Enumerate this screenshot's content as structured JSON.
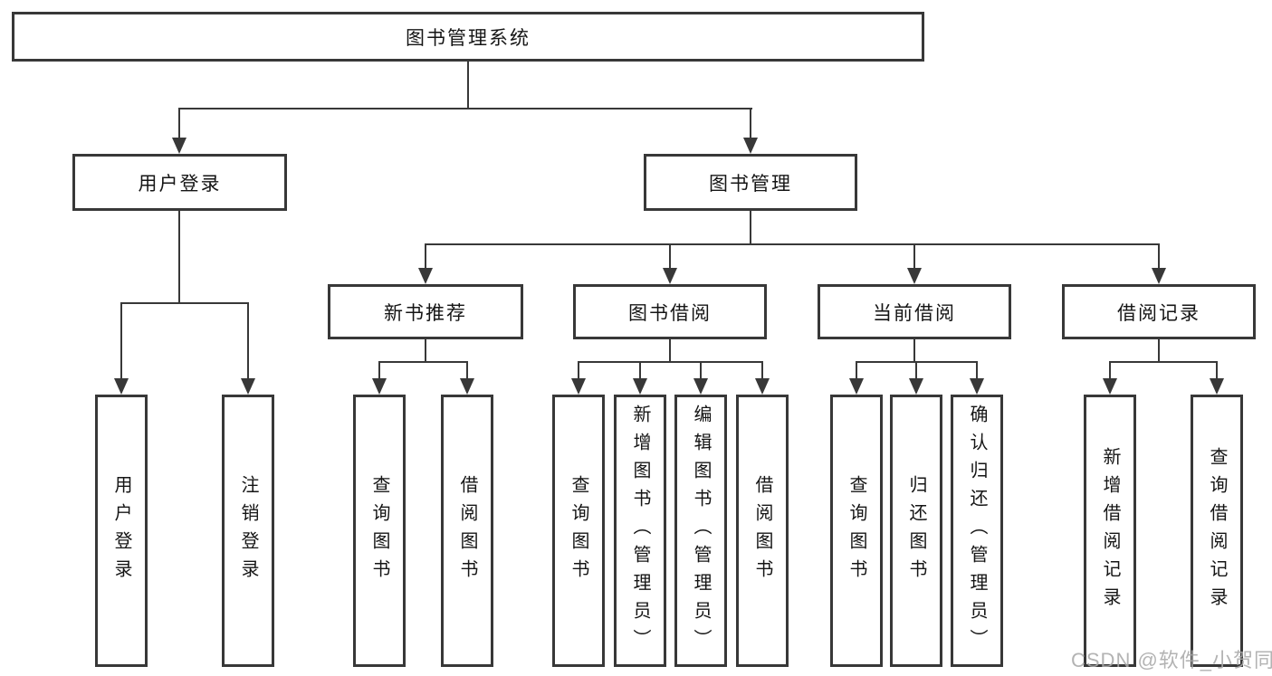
{
  "diagram": {
    "root": {
      "label": "图书管理系统"
    },
    "branches": [
      {
        "label": "用户登录",
        "children": [
          {
            "label": "用户登录"
          },
          {
            "label": "注销登录"
          }
        ]
      },
      {
        "label": "图书管理",
        "children": [
          {
            "label": "新书推荐",
            "children": [
              {
                "label": "查询图书"
              },
              {
                "label": "借阅图书"
              }
            ]
          },
          {
            "label": "图书借阅",
            "children": [
              {
                "label": "查询图书"
              },
              {
                "label": "新增图书（管理员）"
              },
              {
                "label": "编辑图书（管理员）"
              },
              {
                "label": "借阅图书"
              }
            ]
          },
          {
            "label": "当前借阅",
            "children": [
              {
                "label": "查询图书"
              },
              {
                "label": "归还图书"
              },
              {
                "label": "确认归还（管理员）"
              }
            ]
          },
          {
            "label": "借阅记录",
            "children": [
              {
                "label": "新增借阅记录"
              },
              {
                "label": "查询借阅记录"
              }
            ]
          }
        ]
      }
    ]
  },
  "watermark": {
    "text": "CSDN @软件_小贺同学"
  },
  "colors": {
    "line": "#383838",
    "text": "#151515",
    "background": "#ffffff",
    "watermark": "#a8a8a8"
  }
}
